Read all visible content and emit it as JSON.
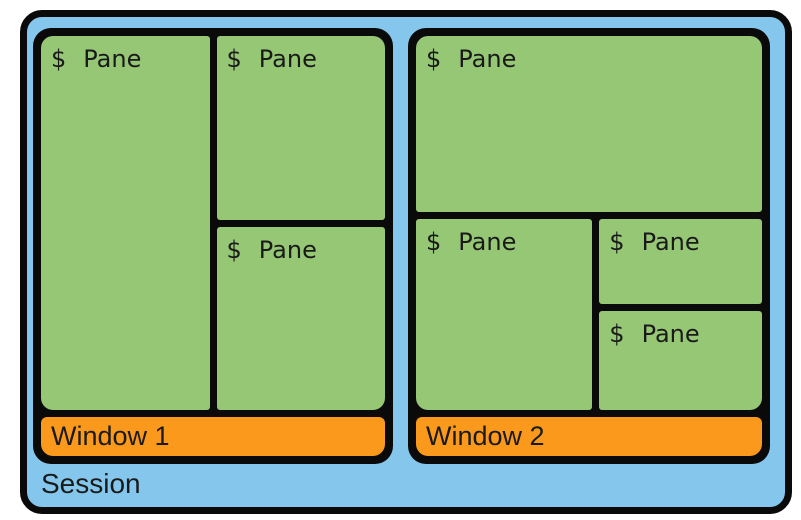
{
  "colors": {
    "session_bg": "#85c7ec",
    "pane_bg": "#95c775",
    "window_bar_bg": "#fb991c",
    "line": "#0a0a0a",
    "text": "#1a1a1a"
  },
  "session": {
    "label": "Session",
    "windows": [
      {
        "label": "Window 1",
        "panes": [
          {
            "prompt": "$",
            "label": "Pane"
          },
          {
            "prompt": "$",
            "label": "Pane"
          },
          {
            "prompt": "$",
            "label": "Pane"
          }
        ]
      },
      {
        "label": "Window 2",
        "panes": [
          {
            "prompt": "$",
            "label": "Pane"
          },
          {
            "prompt": "$",
            "label": "Pane"
          },
          {
            "prompt": "$",
            "label": "Pane"
          },
          {
            "prompt": "$",
            "label": "Pane"
          }
        ]
      }
    ]
  }
}
